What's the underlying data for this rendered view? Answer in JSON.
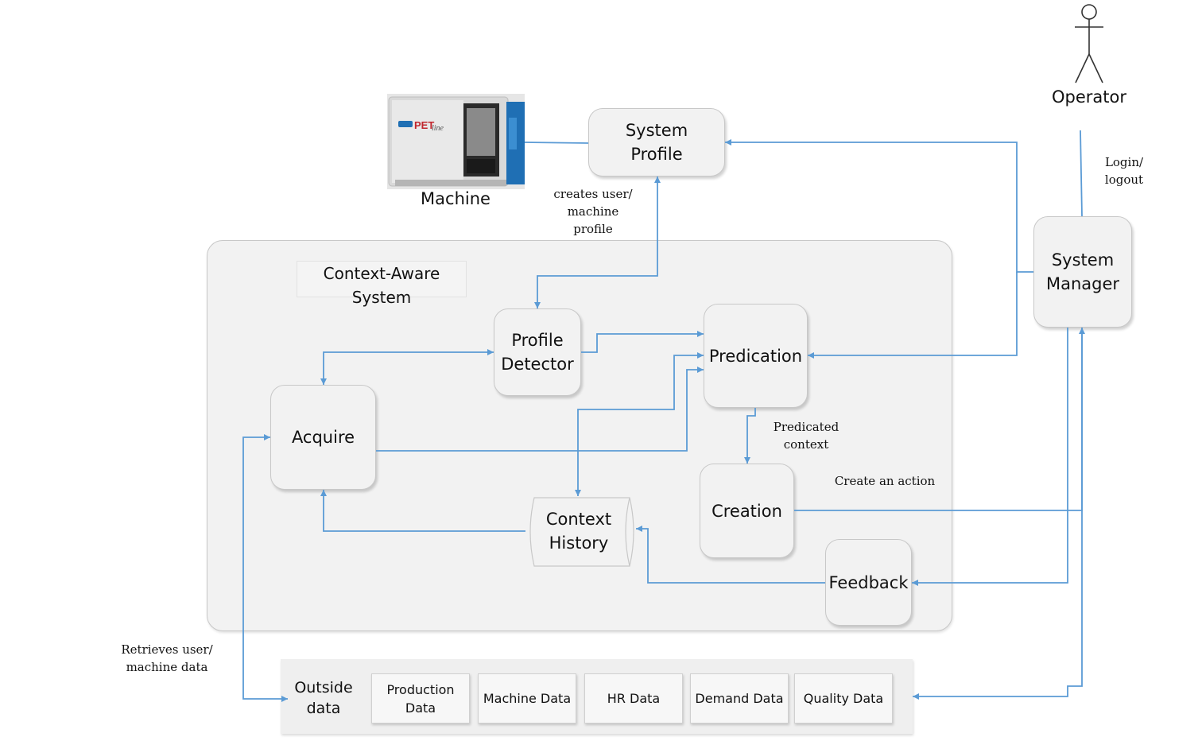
{
  "nodes": {
    "system_profile": "System\nProfile",
    "system_manager": "System\nManager",
    "context_aware": "Context-Aware\nSystem",
    "profile_detector": "Profile\nDetector",
    "predication": "Predication",
    "acquire": "Acquire",
    "context_history": "Context\nHistory",
    "creation": "Creation",
    "feedback": "Feedback"
  },
  "actors": {
    "operator": "Operator",
    "machine": "Machine",
    "machine_brand": "PET",
    "machine_brand_suffix": "line"
  },
  "edge_labels": {
    "creates_profile": "creates user/\nmachine\nprofile",
    "login_logout": "Login/\nlogout",
    "predicated_context": "Predicated\ncontext",
    "create_action": "Create an action",
    "retrieves_data": "Retrieves user/\nmachine data"
  },
  "outside_data": {
    "title": "Outside\ndata",
    "items": [
      "Production\nData",
      "Machine Data",
      "HR Data",
      "Demand Data",
      "Quality Data"
    ]
  },
  "colors": {
    "arrow": "#5b9bd5",
    "box_fill": "#f2f2f2",
    "box_border": "#c8c8c8",
    "machine_panel": "#1f6fb4"
  }
}
